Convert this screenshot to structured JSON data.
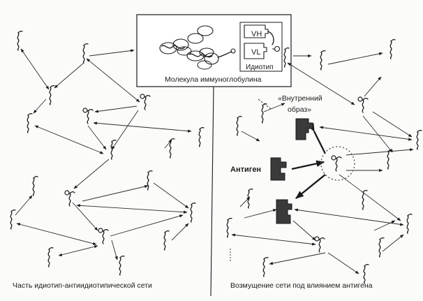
{
  "molecule_box": {
    "caption": "Молекула иммуноглобулина",
    "vh_label": "VH",
    "vl_label": "VL",
    "idiotype_label": "Идиотип"
  },
  "left_panel": {
    "caption": "Часть идиотип-антиидиотипической сети"
  },
  "right_panel": {
    "caption": "Возмущение сети под влиянием антигена",
    "internal_image_label_1": "«Внутренний",
    "internal_image_label_2": "образ»",
    "antigen_label": "Антиген"
  },
  "colors": {
    "ink": "#1a1a1a",
    "block_fill": "#3a3a3a",
    "paper": "#fbfbfa"
  }
}
